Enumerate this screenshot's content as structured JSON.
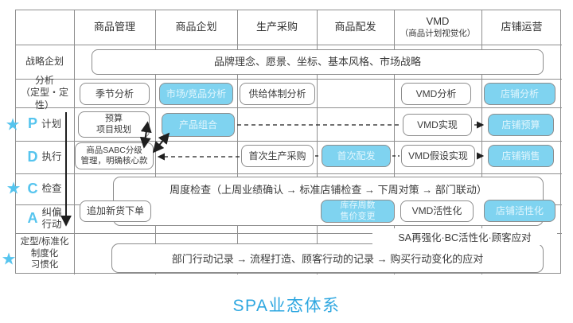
{
  "title": "SPA业态体系",
  "colors": {
    "accent_blue": "#7fd3f0",
    "title_blue": "#2ea7e0",
    "letter_blue": "#55c4ee"
  },
  "columns": [
    {
      "label": "商品管理",
      "sublabel": ""
    },
    {
      "label": "商品企划",
      "sublabel": ""
    },
    {
      "label": "生产采购",
      "sublabel": ""
    },
    {
      "label": "商品配发",
      "sublabel": ""
    },
    {
      "label": "VMD",
      "sublabel": "（商品计划视觉化）"
    },
    {
      "label": "店铺运营",
      "sublabel": ""
    }
  ],
  "rows": {
    "strategy": {
      "label": "战略企划"
    },
    "analysis": {
      "label": "分析\n（定型・定性）"
    },
    "p": {
      "letter": "P",
      "label": "计划"
    },
    "d": {
      "letter": "D",
      "label": "执行"
    },
    "c": {
      "letter": "C",
      "label": "检查"
    },
    "a": {
      "letter": "A",
      "label": "纠偏\n行动"
    },
    "standard": {
      "label": "定型/标准化\n制度化\n习惯化"
    }
  },
  "cells": {
    "strategy_span": "品牌理念、愿景、坐标、基本风格、市场战略",
    "season_analysis": "季节分析",
    "market_competitor_analysis": "市场/竞品分析",
    "supply_system_analysis": "供给体制分析",
    "vmd_analysis": "VMD分析",
    "store_analysis": "店铺分析",
    "budget_project_plan": "预算\n项目规划",
    "product_mix": "产品组合",
    "vmd_realization": "VMD实现",
    "store_budget": "店铺预算",
    "sabc_grading": "商品SABC分级\n管理，明确核心款",
    "first_production_purchase": "首次生产采购",
    "first_allocation": "首次配发",
    "vmd_hypothesis_realization": "VMD假设实现",
    "store_sales": "店铺销售",
    "weekly_check": "周度检查（上周业绩确认 → 标准店铺检查 → 下周对策 → 部门联动）",
    "additional_order": "追加新货下单",
    "inventory_weeks_price_change": "库存周数\n售价变更",
    "vmd_activation": "VMD活性化",
    "store_activation": "店铺活性化",
    "sa_bc_note": "SA再强化·BC活性化·顾客应对",
    "department_action": "部门行动记录 → 流程打造、顾客行动的记录 → 购买行动变化的应对"
  },
  "icons": {
    "star": "★"
  }
}
